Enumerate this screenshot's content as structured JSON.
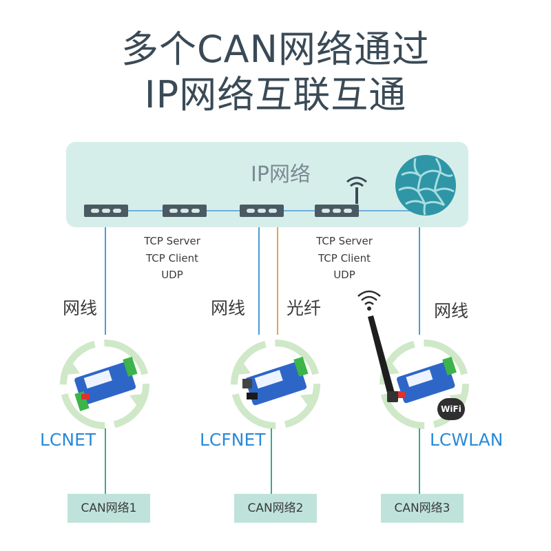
{
  "title": {
    "line1": "多个CAN网络通过",
    "line2": "IP网络互联互通"
  },
  "ip_network": {
    "label": "IP网络"
  },
  "protocols_left": [
    "TCP Server",
    "TCP Client",
    "UDP"
  ],
  "protocols_right": [
    "TCP Server",
    "TCP Client",
    "UDP"
  ],
  "media": {
    "cable_left": "网线",
    "cable_mid": "网线",
    "fiber": "光纤",
    "cable_right": "网线"
  },
  "devices": [
    {
      "name": "LCNET",
      "can": "CAN网络1"
    },
    {
      "name": "LCFNET",
      "can": "CAN网络2"
    },
    {
      "name": "LCWLAN",
      "can": "CAN网络3"
    }
  ],
  "wifi_badge": "WiFi",
  "colors": {
    "panel": "#d6eeea",
    "ethernet": "#4a9ad8",
    "fiber": "#e8a050",
    "can": "#3aa890",
    "device_name": "#2a8ad8"
  },
  "icons": [
    "globe-icon",
    "wifi-signal-icon",
    "antenna-icon",
    "network-switch-icon"
  ]
}
